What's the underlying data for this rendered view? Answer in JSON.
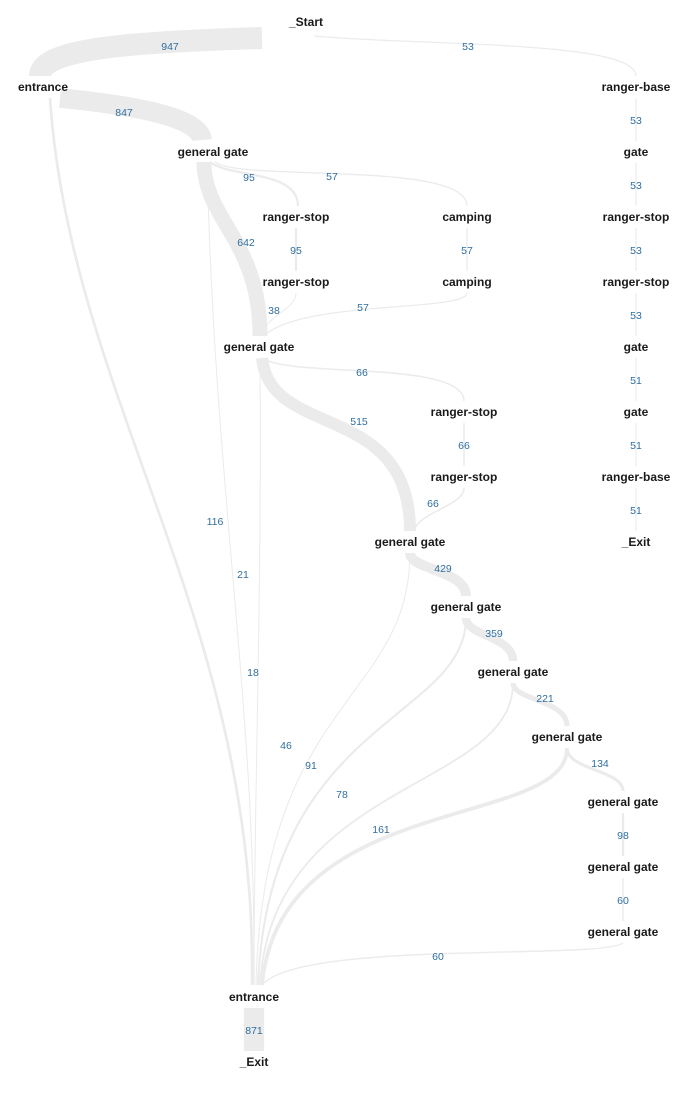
{
  "colors": {
    "flow": "#ebebeb",
    "node_text": "#1a1a1a",
    "edge_text": "#2f6f9f",
    "background": "#ffffff"
  },
  "nodes": [
    {
      "id": "start",
      "label": "_Start"
    },
    {
      "id": "entrance1",
      "label": "entrance"
    },
    {
      "id": "gg1",
      "label": "general gate"
    },
    {
      "id": "rs1",
      "label": "ranger-stop"
    },
    {
      "id": "rs2",
      "label": "ranger-stop"
    },
    {
      "id": "camp1",
      "label": "camping"
    },
    {
      "id": "camp2",
      "label": "camping"
    },
    {
      "id": "gg2",
      "label": "general gate"
    },
    {
      "id": "rs3",
      "label": "ranger-stop"
    },
    {
      "id": "rs4",
      "label": "ranger-stop"
    },
    {
      "id": "gg3",
      "label": "general gate"
    },
    {
      "id": "gg4",
      "label": "general gate"
    },
    {
      "id": "gg5",
      "label": "general gate"
    },
    {
      "id": "gg6",
      "label": "general gate"
    },
    {
      "id": "gg7",
      "label": "general gate"
    },
    {
      "id": "gg8",
      "label": "general gate"
    },
    {
      "id": "gg9",
      "label": "general gate"
    },
    {
      "id": "entrance2",
      "label": "entrance"
    },
    {
      "id": "exit1",
      "label": "_Exit"
    },
    {
      "id": "rb1",
      "label": "ranger-base"
    },
    {
      "id": "gate1",
      "label": "gate"
    },
    {
      "id": "rs5",
      "label": "ranger-stop"
    },
    {
      "id": "rs6",
      "label": "ranger-stop"
    },
    {
      "id": "gate2",
      "label": "gate"
    },
    {
      "id": "gate3",
      "label": "gate"
    },
    {
      "id": "rb2",
      "label": "ranger-base"
    },
    {
      "id": "exit2",
      "label": "_Exit"
    }
  ],
  "edges": [
    {
      "source": "start",
      "target": "entrance1",
      "value": 947
    },
    {
      "source": "start",
      "target": "rb1",
      "value": 53
    },
    {
      "source": "entrance1",
      "target": "gg1",
      "value": 847
    },
    {
      "source": "entrance1",
      "target": "entrance2",
      "value": 116
    },
    {
      "source": "gg1",
      "target": "rs1",
      "value": 95
    },
    {
      "source": "gg1",
      "target": "camp1",
      "value": 57
    },
    {
      "source": "gg1",
      "target": "gg2",
      "value": 642
    },
    {
      "source": "gg1",
      "target": "entrance2",
      "value": 21
    },
    {
      "source": "rs1",
      "target": "rs2",
      "value": 95
    },
    {
      "source": "camp1",
      "target": "camp2",
      "value": 57
    },
    {
      "source": "rs2",
      "target": "gg2",
      "value": 38
    },
    {
      "source": "camp2",
      "target": "gg2",
      "value": 57
    },
    {
      "source": "gg2",
      "target": "rs3",
      "value": 66
    },
    {
      "source": "gg2",
      "target": "gg3",
      "value": 515
    },
    {
      "source": "gg2",
      "target": "entrance2",
      "value": 18
    },
    {
      "source": "rs3",
      "target": "rs4",
      "value": 66
    },
    {
      "source": "rs4",
      "target": "gg3",
      "value": 66
    },
    {
      "source": "gg3",
      "target": "gg4",
      "value": 429
    },
    {
      "source": "gg3",
      "target": "entrance2",
      "value": 46
    },
    {
      "source": "gg4",
      "target": "gg5",
      "value": 359
    },
    {
      "source": "gg4",
      "target": "entrance2",
      "value": 91
    },
    {
      "source": "gg5",
      "target": "gg6",
      "value": 221
    },
    {
      "source": "gg5",
      "target": "entrance2",
      "value": 78
    },
    {
      "source": "gg6",
      "target": "gg7",
      "value": 134
    },
    {
      "source": "gg6",
      "target": "entrance2",
      "value": 161
    },
    {
      "source": "gg7",
      "target": "gg8",
      "value": 98
    },
    {
      "source": "gg8",
      "target": "gg9",
      "value": 60
    },
    {
      "source": "gg9",
      "target": "entrance2",
      "value": 60
    },
    {
      "source": "entrance2",
      "target": "exit1",
      "value": 871
    },
    {
      "source": "rb1",
      "target": "gate1",
      "value": 53
    },
    {
      "source": "gate1",
      "target": "rs5",
      "value": 53
    },
    {
      "source": "rs5",
      "target": "rs6",
      "value": 53
    },
    {
      "source": "rs6",
      "target": "gate2",
      "value": 53
    },
    {
      "source": "gate2",
      "target": "gate3",
      "value": 51
    },
    {
      "source": "gate3",
      "target": "rb2",
      "value": 51
    },
    {
      "source": "rb2",
      "target": "exit2",
      "value": 51
    }
  ]
}
